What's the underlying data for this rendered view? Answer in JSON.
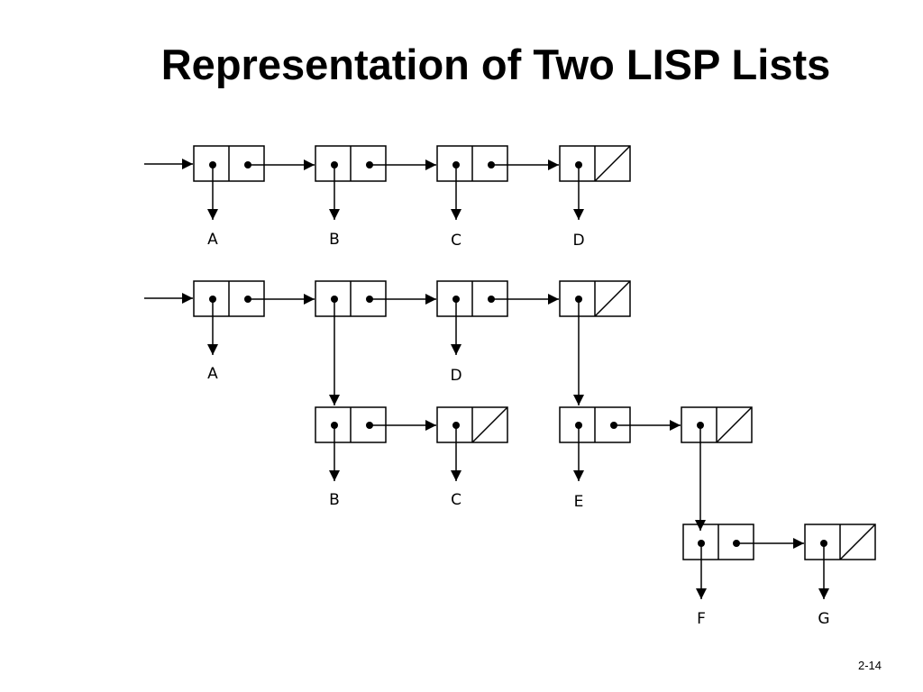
{
  "title": "Representation of Two LISP Lists",
  "page_number": "2-14",
  "diagram": {
    "list1": {
      "cells": [
        {
          "car": "A",
          "cdr": "pointer"
        },
        {
          "car": "B",
          "cdr": "pointer"
        },
        {
          "car": "C",
          "cdr": "pointer"
        },
        {
          "car": "D",
          "cdr": "nil"
        }
      ]
    },
    "list2": {
      "top_level": [
        {
          "car": "A",
          "cdr": "pointer"
        },
        {
          "car": "sublist_1",
          "cdr": "pointer"
        },
        {
          "car": "D",
          "cdr": "pointer"
        },
        {
          "car": "sublist_2",
          "cdr": "nil"
        }
      ],
      "sublist_1": [
        {
          "car": "B",
          "cdr": "pointer"
        },
        {
          "car": "C",
          "cdr": "nil"
        }
      ],
      "sublist_2": [
        {
          "car": "E",
          "cdr": "pointer"
        },
        {
          "car": "sublist_3",
          "cdr": "nil"
        }
      ],
      "sublist_3": [
        {
          "car": "F",
          "cdr": "pointer"
        },
        {
          "car": "G",
          "cdr": "nil"
        }
      ]
    },
    "atom_labels": {
      "l1_a": "A",
      "l1_b": "B",
      "l1_c": "C",
      "l1_d": "D",
      "l2_a": "A",
      "l2_d": "D",
      "l2_b": "B",
      "l2_c": "C",
      "l2_e": "E",
      "l2_f": "F",
      "l2_g": "G"
    }
  }
}
